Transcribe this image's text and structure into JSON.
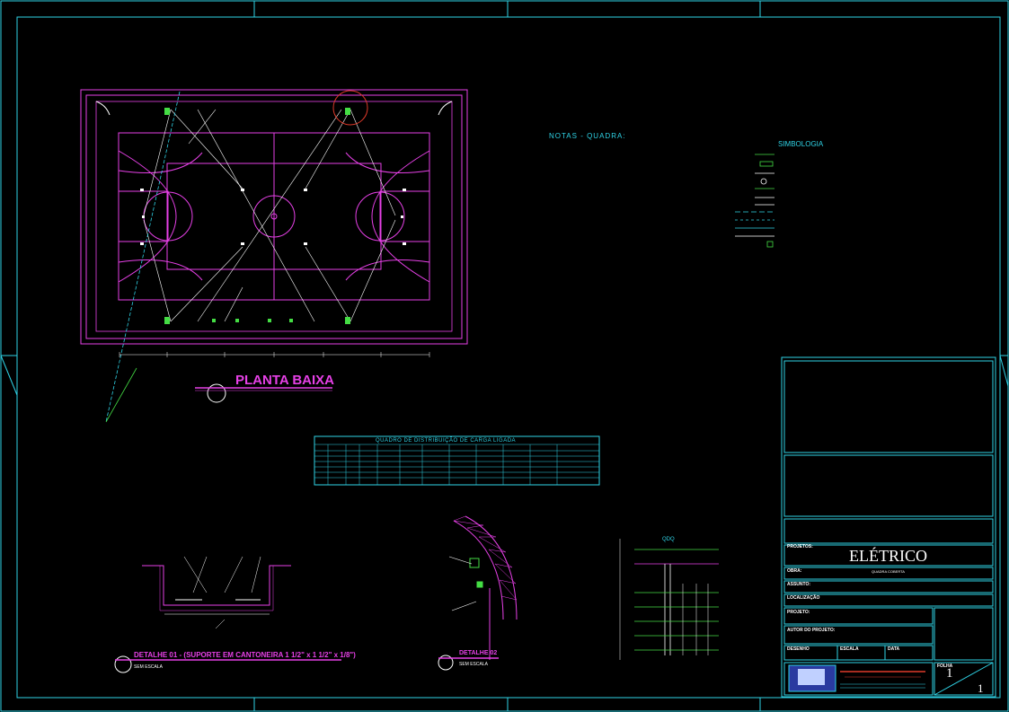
{
  "drawing": {
    "plan_title": "PLANTA BAIXA",
    "notes_title": "NOTAS - QUADRA:",
    "legend_title": "SIMBOLOGIA",
    "load_table_title": "QUADRO DE DISTRIBUIÇÃO DE CARGA LIGADA",
    "detail1_title": "DETALHE 01 - (SUPORTE EM CANTONEIRA 1 1/2\" x 1 1/2\" x 1/8\")",
    "detail1_scale": "SEM ESCALA",
    "detail2_title": "DETALHE 02",
    "detail2_scale": "SEM ESCALA",
    "qdq_label": "QDQ"
  },
  "title_block": {
    "discipline": "ELÉTRICO",
    "obra_label": "OBRA:",
    "obra_value": "QUADRA COBERTA",
    "assunto_label": "ASSUNTO:",
    "localizacao_label": "LOCALIZAÇÃO",
    "projetos_label": "PROJETOS:",
    "projeto_label": "PROJETO:",
    "autor_label": "AUTOR DO PROJETO:",
    "desenho_label": "DESENHO",
    "escala_label": "ESCALA",
    "data_label": "DATA",
    "folha_label": "FOLHA",
    "sheet_number": "1",
    "sheet_total": "1"
  },
  "colors": {
    "background": "#000000",
    "frame": "#2fd3e6",
    "court": "#e640e6",
    "lines": "#ffffff",
    "conduit": "#2fd3e6",
    "fixture": "#44dd44",
    "highlight": "#e03a2a"
  }
}
